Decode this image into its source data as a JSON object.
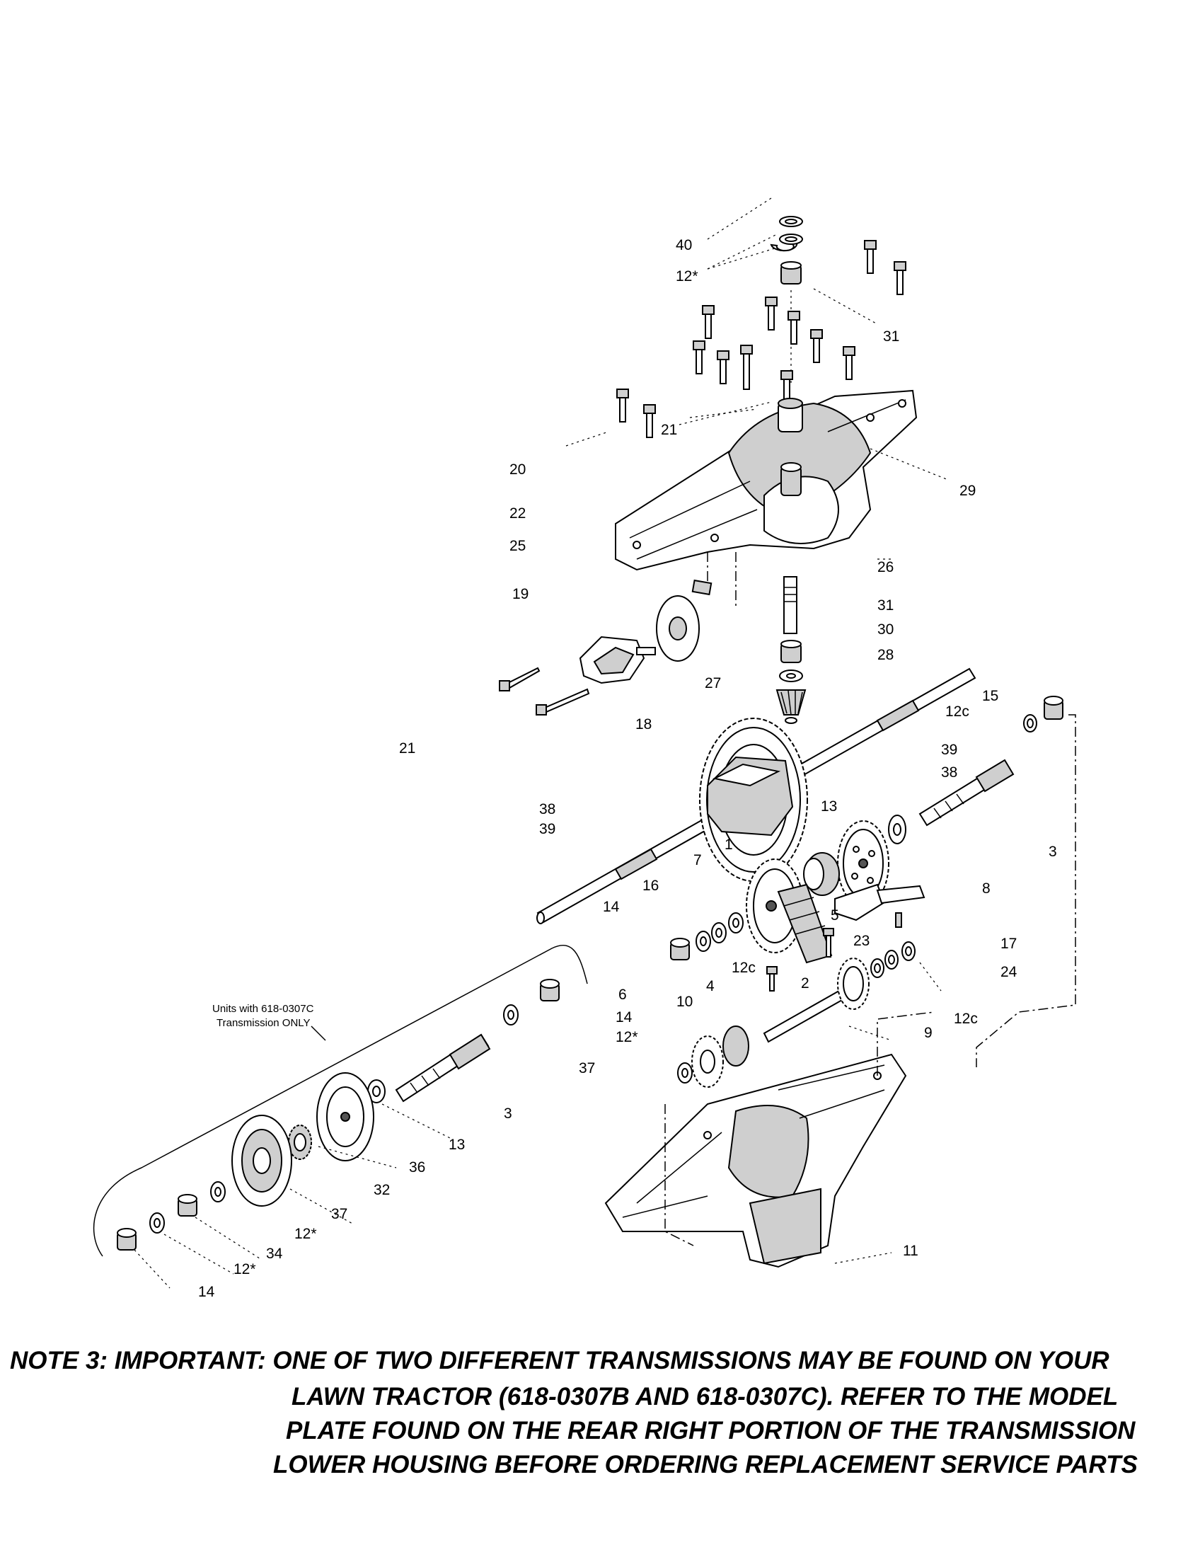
{
  "callouts": {
    "c40": "40",
    "c12a": "12*",
    "c31a": "31",
    "c21a": "21",
    "c20": "20",
    "c29": "29",
    "c22": "22",
    "c25": "25",
    "c26": "26",
    "c19": "19",
    "c31b": "31",
    "c30": "30",
    "c28": "28",
    "c27": "27",
    "c15": "15",
    "c12c_a": "12c",
    "c18": "18",
    "c21b": "21",
    "c39a": "39",
    "c38a": "38",
    "c13a": "13",
    "c38b": "38",
    "c39b": "39",
    "c1": "1",
    "c7": "7",
    "c3a": "3",
    "c16": "16",
    "c14a": "14",
    "c8": "8",
    "c5": "5",
    "c23": "23",
    "c17": "17",
    "c24": "24",
    "c12c_b": "12c",
    "c4": "4",
    "c2": "2",
    "c6": "6",
    "c14b": "14",
    "c12b": "12*",
    "c10": "10",
    "c12c_c": "12c",
    "c9": "9",
    "c37a": "37",
    "c3b": "3",
    "c13b": "13",
    "c36": "36",
    "c32": "32",
    "c37b": "37",
    "c12d": "12*",
    "c34": "34",
    "c12e": "12*",
    "c14c": "14",
    "c11": "11"
  },
  "inset_label": {
    "line1": "Units with 618-0307C",
    "line2": "Transmission ONLY"
  },
  "note": {
    "line1": "NOTE 3: IMPORTANT: ONE OF TWO DIFFERENT TRANSMISSIONS MAY BE FOUND ON YOUR",
    "line2": "LAWN TRACTOR (618-0307B AND 618-0307C). REFER TO THE MODEL",
    "line3": "PLATE FOUND ON THE REAR RIGHT PORTION OF THE TRANSMISSION",
    "line4": "LOWER HOUSING BEFORE ORDERING REPLACEMENT SERVICE PARTS"
  }
}
